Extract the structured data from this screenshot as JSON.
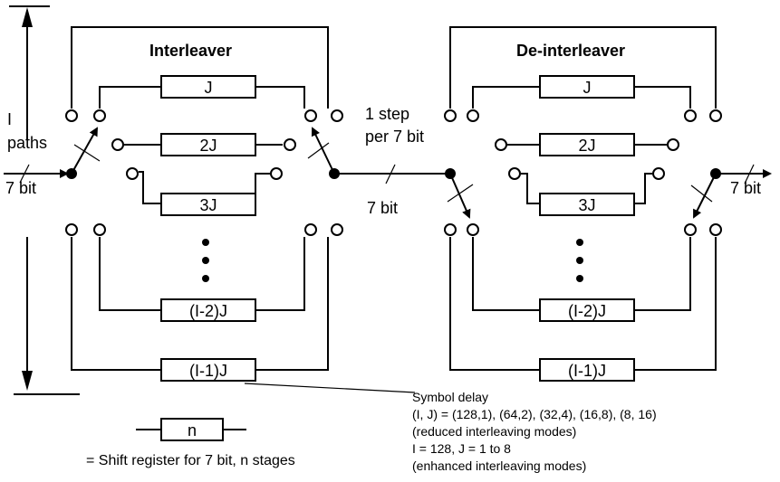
{
  "interleaver": {
    "title": "Interleaver",
    "delays": [
      "J",
      "2J",
      "3J",
      "(I-2)J",
      "(I-1)J"
    ]
  },
  "deinterleaver": {
    "title": "De-interleaver",
    "delays": [
      "J",
      "2J",
      "3J",
      "(I-2)J"
    ],
    "last_delay": "(I-1)J"
  },
  "labels": {
    "paths_i": "I",
    "paths": "paths",
    "input_bits": "7 bit",
    "step_line1": "1 step",
    "step_line2": "per 7 bit",
    "link_bits": "7 bit",
    "output_bits": "7 bit"
  },
  "legend": {
    "box": "n",
    "text": "= Shift register for 7 bit, n stages"
  },
  "note": {
    "line1": "Symbol delay",
    "line2": "(I, J) = (128,1), (64,2), (32,4), (16,8), (8, 16)",
    "line3": "(reduced interleaving modes)",
    "line4": "I = 128, J = 1 to 8",
    "line5": "(enhanced interleaving modes)"
  }
}
